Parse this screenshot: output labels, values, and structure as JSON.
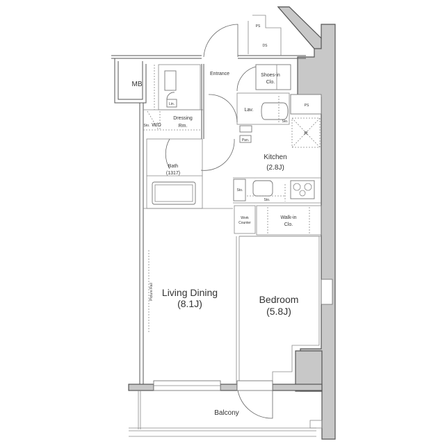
{
  "floorplan": {
    "rooms": {
      "living_dining": {
        "name": "Living Dining",
        "size": "(8.1J)"
      },
      "bedroom": {
        "name": "Bedroom",
        "size": "(5.8J)"
      },
      "kitchen": {
        "name": "Kitchen",
        "size": "(2.8J)"
      },
      "bath": {
        "name": "Bath",
        "size": "(1317)"
      },
      "balcony": {
        "name": "Balcony"
      },
      "entrance": {
        "name": "Entrance"
      },
      "dressing": {
        "name": "Dressing",
        "name2": "Rm."
      },
      "walkin": {
        "name": "Walk-in",
        "name2": "Clo."
      },
      "shoes": {
        "name": "Shoes-in",
        "name2": "Clo."
      },
      "lav": {
        "name": "Lav."
      },
      "mb": {
        "name": "MB"
      },
      "wd": {
        "name": "W/D",
        "sto": "Sto."
      },
      "lin": {
        "name": "Lin."
      },
      "pan": {
        "name": "Pan."
      },
      "ps_top": {
        "name": "PS"
      },
      "ds_top": {
        "name": "DS"
      },
      "ps_right": {
        "name": "PS"
      },
      "fridge": {
        "name": "R"
      },
      "sto_toilet": {
        "name": "Sto."
      },
      "sto_kitchen1": {
        "name": "Sto."
      },
      "sto_kitchen2": {
        "name": "Sto."
      },
      "work_counter": {
        "name": "Work",
        "name2": "Counter"
      },
      "picture_rail": {
        "name": "Picture Rail"
      }
    }
  }
}
